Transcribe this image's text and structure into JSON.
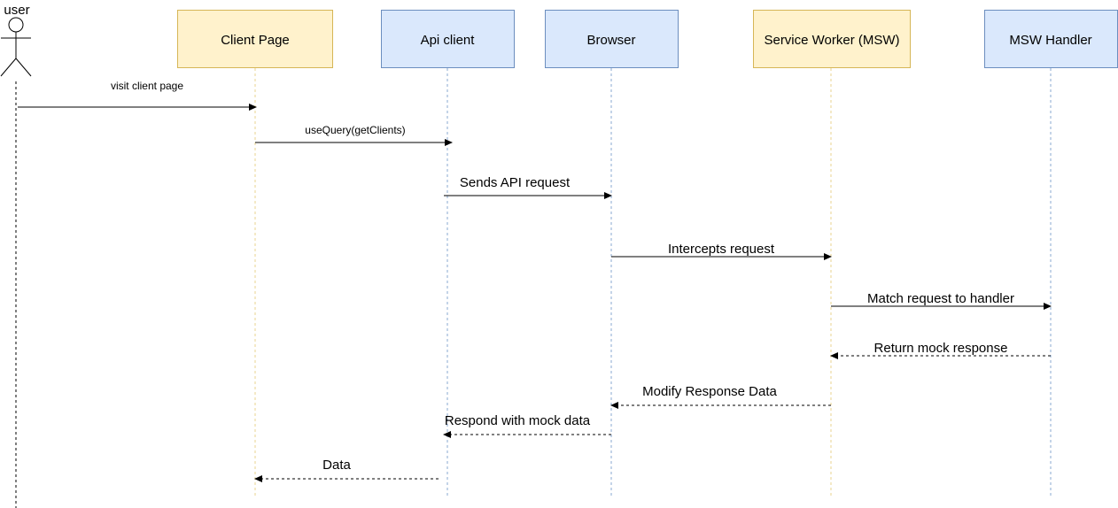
{
  "actor": {
    "label": "user"
  },
  "participants": [
    {
      "id": "client_page",
      "label": "Client Page",
      "fill": "#fff2cc",
      "stroke": "#d6b656",
      "lifeline": "#e8d38f"
    },
    {
      "id": "api_client",
      "label": "Api client",
      "fill": "#dae8fc",
      "stroke": "#6c8ebf",
      "lifeline": "#8aa9d2"
    },
    {
      "id": "browser",
      "label": "Browser",
      "fill": "#dae8fc",
      "stroke": "#6c8ebf",
      "lifeline": "#8aa9d2"
    },
    {
      "id": "service_worker",
      "label": "Service Worker (MSW)",
      "fill": "#fff2cc",
      "stroke": "#d6b656",
      "lifeline": "#e8d38f"
    },
    {
      "id": "msw_handler",
      "label": "MSW Handler",
      "fill": "#dae8fc",
      "stroke": "#6c8ebf",
      "lifeline": "#8aa9d2"
    }
  ],
  "messages": [
    {
      "from": "user",
      "to": "client_page",
      "label": "visit client page",
      "kind": "sync"
    },
    {
      "from": "client_page",
      "to": "api_client",
      "label": "useQuery(getClients)",
      "kind": "sync"
    },
    {
      "from": "api_client",
      "to": "browser",
      "label": "Sends API request",
      "kind": "sync"
    },
    {
      "from": "browser",
      "to": "service_worker",
      "label": "Intercepts request",
      "kind": "sync"
    },
    {
      "from": "service_worker",
      "to": "msw_handler",
      "label": "Match request to handler",
      "kind": "sync"
    },
    {
      "from": "msw_handler",
      "to": "service_worker",
      "label": "Return mock response",
      "kind": "return"
    },
    {
      "from": "service_worker",
      "to": "browser",
      "label": "Modify Response Data",
      "kind": "return"
    },
    {
      "from": "browser",
      "to": "api_client",
      "label": "Respond with mock data",
      "kind": "return"
    },
    {
      "from": "api_client",
      "to": "client_page",
      "label": "Data",
      "kind": "return"
    }
  ]
}
